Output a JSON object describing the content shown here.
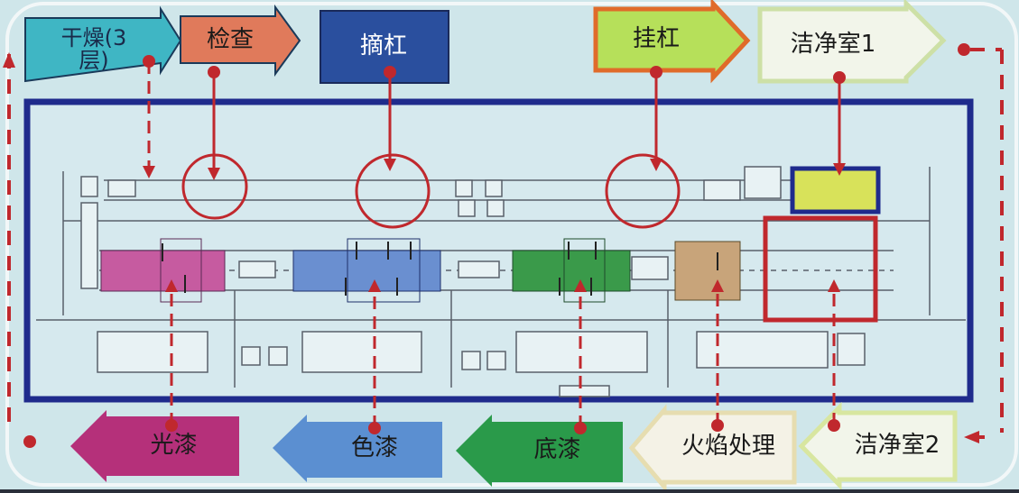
{
  "colors": {
    "background": "#cfe6ea",
    "frame_blue": "#1f2b8c",
    "flow_red": "#c0282d",
    "drying": "#3fb6c4",
    "inspect": "#e07a5b",
    "unload": "#2a4f9e",
    "load_fill": "#b6e05a",
    "load_border": "#e06b2a",
    "clean1_border": "#cde0a6",
    "topcoat": "#b5307a",
    "color_coat": "#5b8fd1",
    "primer": "#2a9a4a",
    "flame": "#e6ddb0",
    "clean2_border": "#d8e6a0",
    "booth_pink": "#c65ba0",
    "booth_blue": "#6a8fd0",
    "booth_green": "#3a9a4a",
    "booth_tan": "#c8a47a",
    "booth_yellow": "#d8e25a"
  },
  "labels": {
    "drying": "干燥(3\n层)",
    "inspect": "检查",
    "unload": "摘杠",
    "load": "挂杠",
    "clean1": "洁净室1",
    "topcoat": "光漆",
    "color_coat": "色漆",
    "primer": "底漆",
    "flame": "火焰处理",
    "clean2": "洁净室2"
  }
}
